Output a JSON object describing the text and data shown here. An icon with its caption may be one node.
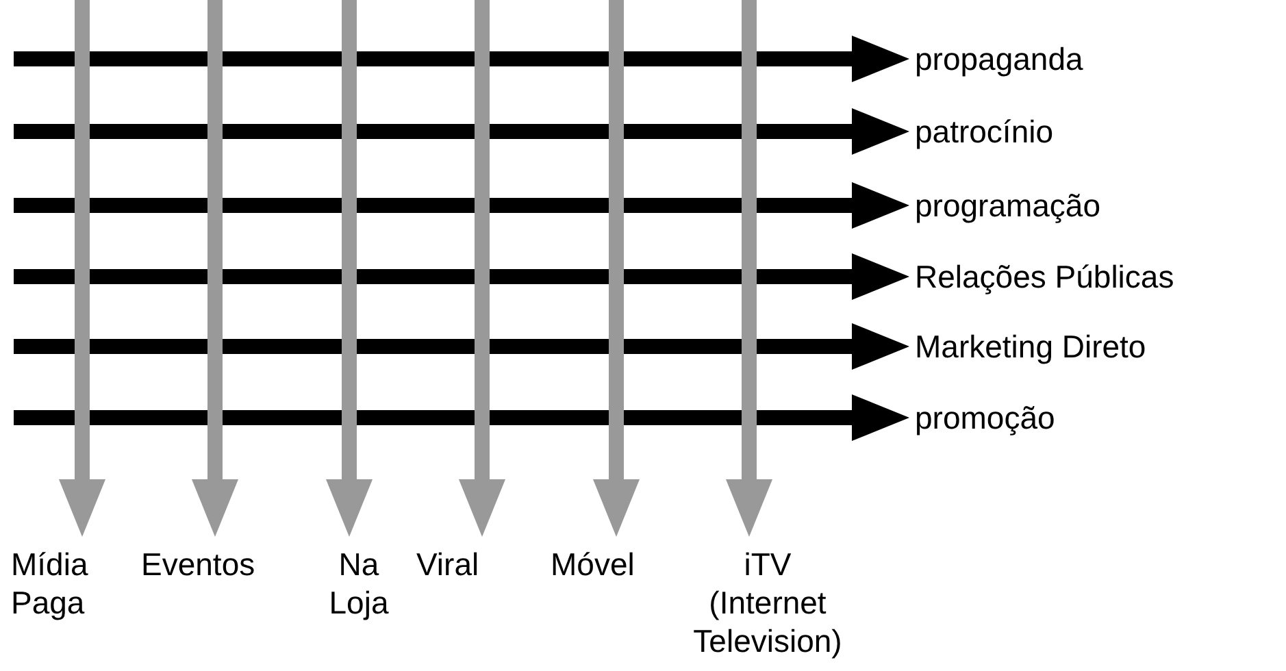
{
  "diagram": {
    "nodes": [
      {
        "text": [
          "propaganda"
        ]
      },
      {
        "text": [
          "patrocínio"
        ]
      },
      {
        "text": [
          "programação"
        ]
      },
      {
        "text": [
          "Relações Públicas"
        ]
      },
      {
        "text": [
          "Marketing Direto"
        ]
      },
      {
        "text": [
          "promoção"
        ]
      },
      {
        "text": [
          "Mídia Paga"
        ]
      },
      {
        "text": [
          "Eventos"
        ]
      },
      {
        "text": [
          "Na Loja"
        ]
      },
      {
        "text": [
          "Viral"
        ]
      },
      {
        "text": [
          "Móvel"
        ]
      },
      {
        "text": [
          "iTV (Internet Television)"
        ]
      }
    ],
    "edges": [
      {
        "from": null,
        "to": 0,
        "arrow": "to"
      },
      {
        "from": null,
        "to": 1,
        "arrow": "to"
      },
      {
        "from": null,
        "to": 2,
        "arrow": "to"
      },
      {
        "from": null,
        "to": 3,
        "arrow": "to"
      },
      {
        "from": null,
        "to": 4,
        "arrow": "to"
      },
      {
        "from": null,
        "to": 5,
        "arrow": "to"
      },
      {
        "from": null,
        "to": 6,
        "arrow": "to",
        "color": "#999999"
      },
      {
        "from": null,
        "to": 7,
        "arrow": "to",
        "color": "#999999"
      },
      {
        "from": null,
        "to": 8,
        "arrow": "to",
        "color": "#999999"
      },
      {
        "from": null,
        "to": 9,
        "arrow": "to",
        "color": "#999999"
      },
      {
        "from": null,
        "to": 10,
        "arrow": "to",
        "color": "#999999"
      },
      {
        "from": null,
        "to": 11,
        "arrow": "to",
        "color": "#999999"
      }
    ]
  }
}
